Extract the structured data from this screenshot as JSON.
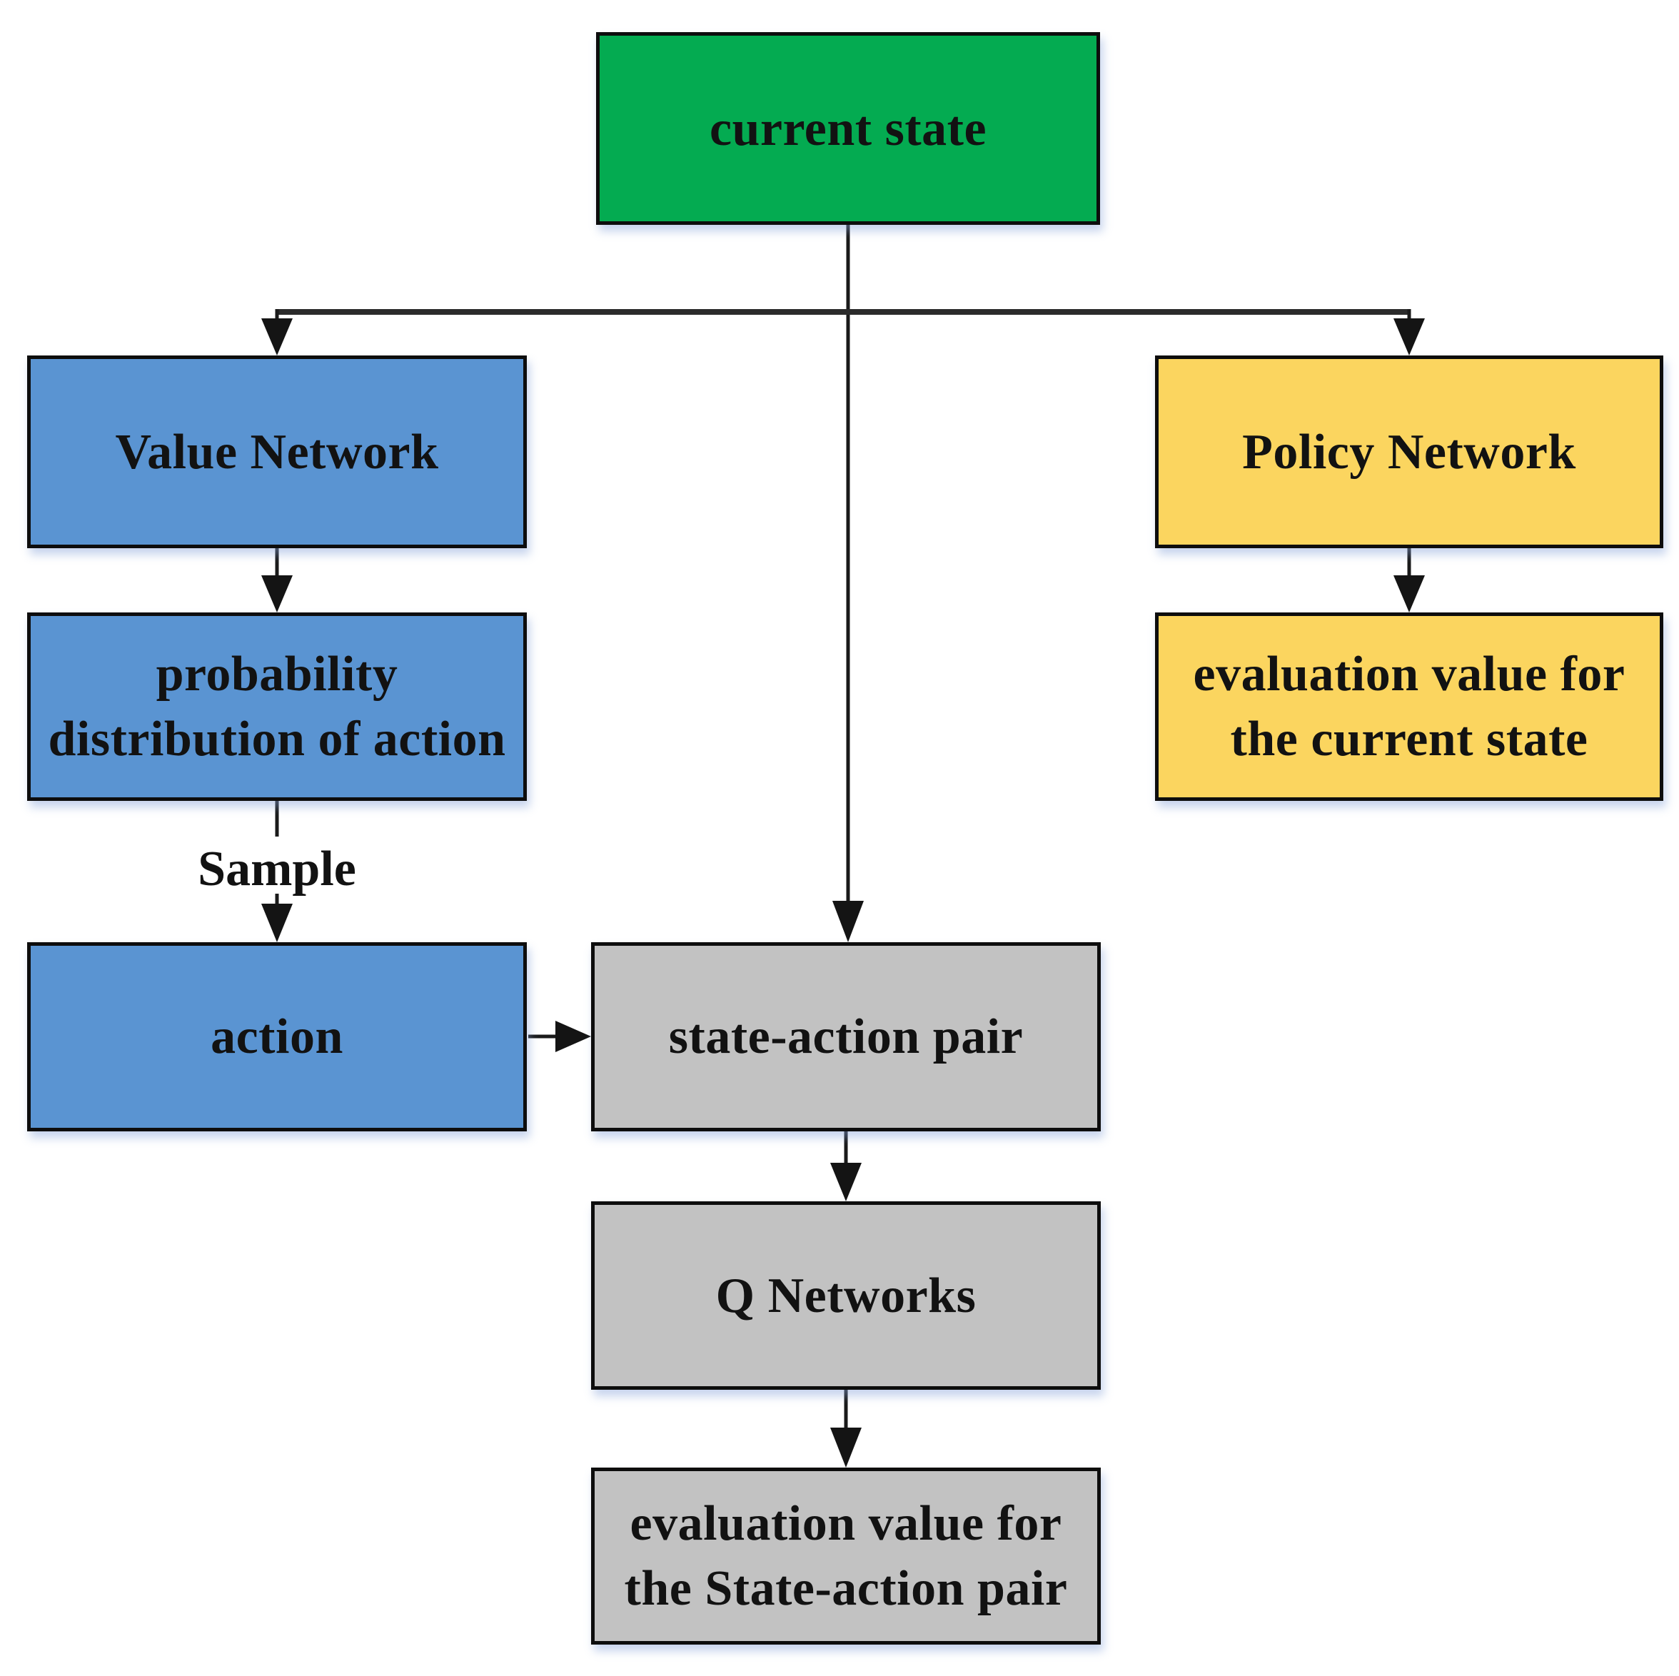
{
  "diagram": {
    "nodes": {
      "current_state": {
        "label": "current state",
        "color": "#04AB51"
      },
      "value_network": {
        "label": "Value Network",
        "color": "#5A94D2"
      },
      "probability_distribution": {
        "label": "probability\ndistribution of action",
        "color": "#5A94D2"
      },
      "action": {
        "label": "action",
        "color": "#5A94D2"
      },
      "policy_network": {
        "label": "Policy Network",
        "color": "#FBD55F"
      },
      "evaluation_current_state": {
        "label": "evaluation value for\nthe current state",
        "color": "#FBD55F"
      },
      "state_action_pair": {
        "label": "state-action pair",
        "color": "#C2C2C2"
      },
      "q_networks": {
        "label": "Q Networks",
        "color": "#C2C2C2"
      },
      "evaluation_state_action": {
        "label": "evaluation value for\nthe State-action pair",
        "color": "#C2C2C2"
      }
    },
    "labels": {
      "sample": "Sample"
    },
    "edges": [
      {
        "from": "current state",
        "to": "Value Network"
      },
      {
        "from": "current state",
        "to": "Policy Network"
      },
      {
        "from": "current state",
        "to": "state-action pair"
      },
      {
        "from": "Value Network",
        "to": "probability distribution of action"
      },
      {
        "from": "probability distribution of action",
        "to": "action",
        "label": "Sample"
      },
      {
        "from": "action",
        "to": "state-action pair"
      },
      {
        "from": "Policy Network",
        "to": "evaluation value for the current state"
      },
      {
        "from": "state-action pair",
        "to": "Q Networks"
      },
      {
        "from": "Q Networks",
        "to": "evaluation value for the State-action pair"
      }
    ],
    "colors": {
      "green": "#04AB51",
      "blue": "#5A94D2",
      "yellow": "#FBD55F",
      "gray": "#C2C2C2",
      "border": "#0D0D0D",
      "arrow": "#1A1A1A"
    }
  }
}
